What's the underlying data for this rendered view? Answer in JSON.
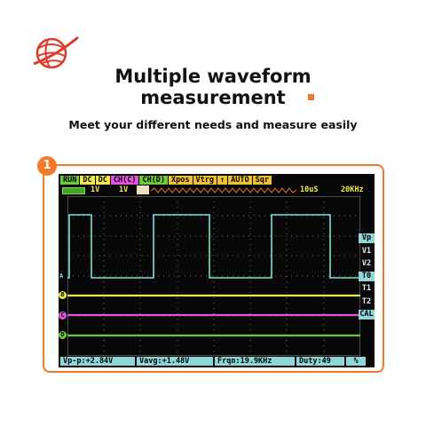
{
  "headline": {
    "line1": "Multiple waveform",
    "line2": "measurement"
  },
  "subline": "Meet your different needs and measure easily",
  "step_number": "1",
  "colors": {
    "accent": "#f07a28",
    "logo_red": "#e03a2a",
    "ch_a": "#7ee0d8",
    "ch_b": "#f2e84a",
    "ch_c": "#e452e0",
    "ch_d": "#6cc83e",
    "status": "#8ed6d8"
  },
  "scope": {
    "top_bar": [
      "RUN",
      "DC",
      "DC",
      "CH(C)",
      "CH(D)",
      "Xpos",
      "Vtrg",
      "↑",
      "AUTO",
      "Sqr"
    ],
    "row2": {
      "volt_a": "1V",
      "volt_b": "1V",
      "timebase": "10uS",
      "frequency": "20KHz"
    },
    "menu": [
      "Vp",
      "V1",
      "V2",
      "T0",
      "T1",
      "T2",
      "CAL"
    ],
    "channel_markers": [
      "A",
      "B",
      "C",
      "D"
    ],
    "status": [
      "Vp-p:+2.84V",
      "Vavg:+1.48V",
      "Frqn:19.9KHz",
      "Duty:49",
      "%"
    ]
  }
}
